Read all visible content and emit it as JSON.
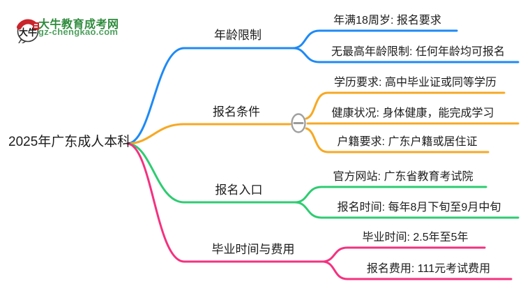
{
  "logo": {
    "mark_text": "大牛",
    "site_name": "大牛教育成考网",
    "site_domain": "gz-chengkao.com"
  },
  "root": {
    "label": "2025年广东成人本科"
  },
  "colors": {
    "branch_age": "#1e8af5",
    "branch_conditions": "#f7a823",
    "branch_entry": "#2ecc71",
    "branch_time_fee": "#f5317f",
    "collapse_gray": "#a0a0a0",
    "logo_green": "#2e8b3c",
    "seal_red": "#c9252b"
  },
  "branches": [
    {
      "label": "年龄限制",
      "children": [
        "年满18周岁: 报名要求",
        "无最高年龄限制: 任何年龄均可报名"
      ]
    },
    {
      "label": "报名条件",
      "collapse_button": "−",
      "children": [
        "学历要求: 高中毕业证或同等学历",
        "健康状况: 身体健康，能完成学习",
        "户籍要求: 广东户籍或居住证"
      ]
    },
    {
      "label": "报名入口",
      "children": [
        "官方网站: 广东省教育考试院",
        "报名时间: 每年8月下旬至9月中旬"
      ]
    },
    {
      "label": "毕业时间与费用",
      "children": [
        "毕业时间: 2.5年至5年",
        "报名费用: 111元考试费用"
      ]
    }
  ]
}
